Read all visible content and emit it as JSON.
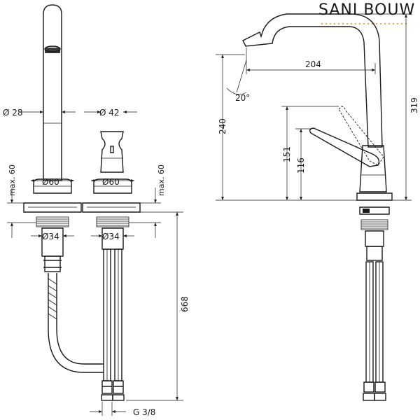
{
  "watermark": {
    "text": "SANI BOUW",
    "color": "#6a8fd8"
  },
  "labels": {
    "dia_28": "Ø 28",
    "dia_42": "Ø 42",
    "max60_left": "max. 60",
    "max60_right": "max. 60",
    "dia_60_left": "Ø60",
    "dia_60_right": "Ø60",
    "dia_34_left": "Ø34",
    "dia_34_right": "Ø34",
    "len_668": "668",
    "thread_g38": "G 3/8",
    "angle_20": "20°",
    "dim_204": "204",
    "dim_319": "319",
    "dim_240": "240",
    "dim_151": "151",
    "dim_116": "116"
  }
}
